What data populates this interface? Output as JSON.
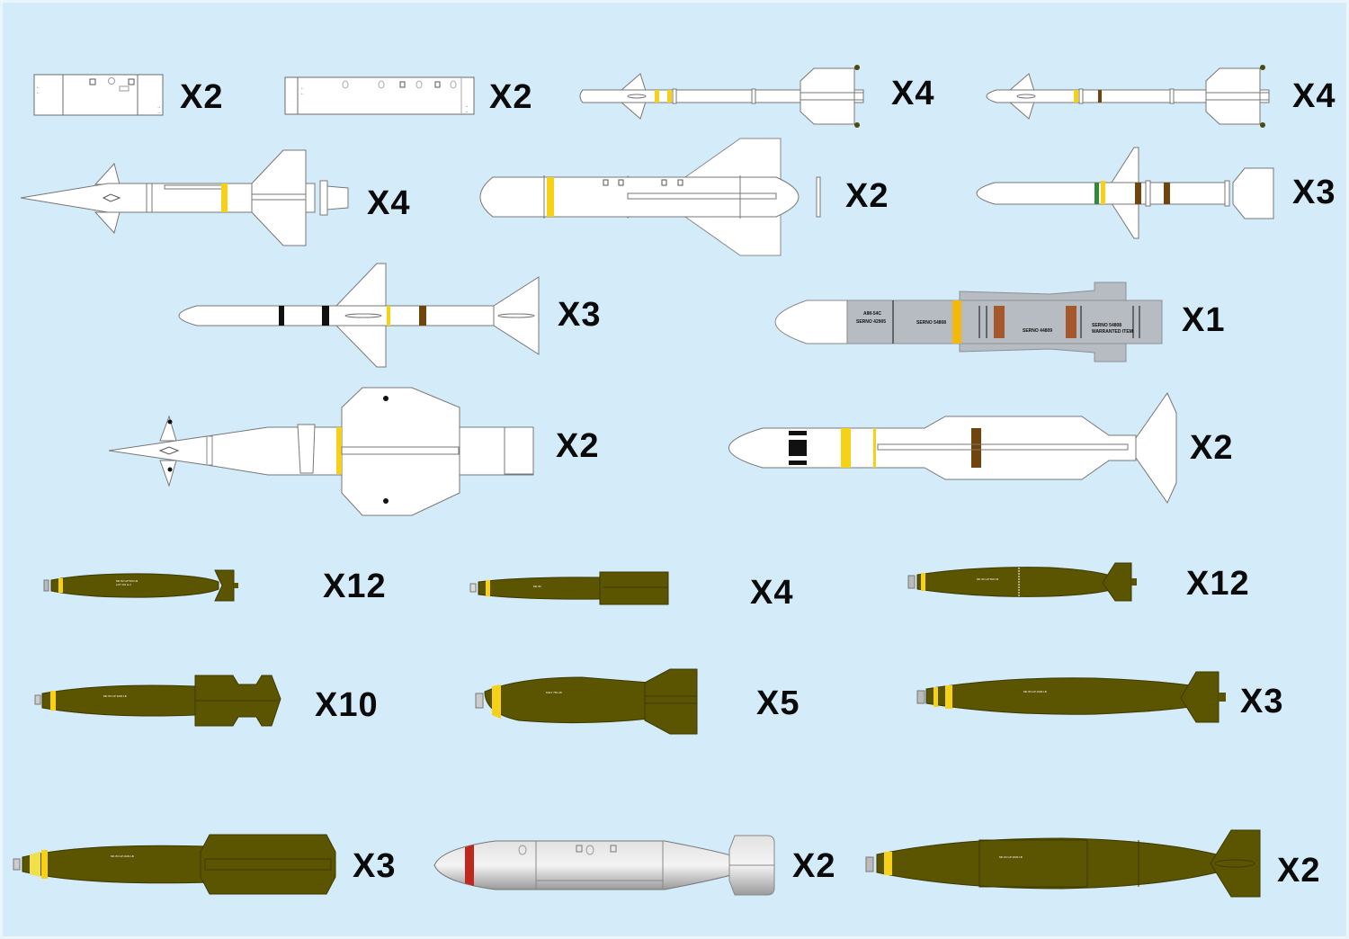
{
  "sheet": {
    "background": "#d4ebf9",
    "colors": {
      "missile_white": "#ffffff",
      "outline": "#555555",
      "yellow_band": "#f7d117",
      "brown_band": "#70440d",
      "green_band": "#2e8b3a",
      "black_band": "#111111",
      "grey_body": "#b7bcc2",
      "orange_band": "#f2b80c",
      "rust_band": "#a5582c",
      "olive_bomb": "#5b5400",
      "silver_tank": "#c8c8c8",
      "red_band": "#c0281e"
    }
  },
  "rows": [
    {
      "items": [
        {
          "id": "pod-short",
          "kind": "pod",
          "quantity": "X2"
        },
        {
          "id": "pod-long",
          "kind": "pod",
          "quantity": "X2"
        },
        {
          "id": "missile-sidewinder-a",
          "kind": "air-to-air missile",
          "quantity": "X4"
        },
        {
          "id": "missile-sidewinder-b",
          "kind": "air-to-air missile",
          "quantity": "X4"
        }
      ]
    },
    {
      "items": [
        {
          "id": "missile-shrike",
          "kind": "anti-radiation missile",
          "quantity": "X4"
        },
        {
          "id": "missile-maverick-harpoon",
          "kind": "air-to-surface missile",
          "quantity": "X2"
        },
        {
          "id": "missile-sparrow-green",
          "kind": "air-to-air missile",
          "quantity": "X3"
        }
      ]
    },
    {
      "items": [
        {
          "id": "missile-sparrow",
          "kind": "air-to-air missile",
          "quantity": "X3"
        },
        {
          "id": "missile-phoenix",
          "kind": "air-to-air missile",
          "quantity": "X1",
          "stencils": {
            "designation": "AIM-54C",
            "serno_1": "SERNO 42905",
            "serno_2": "SERNO 54808",
            "serno_3": "SERNO 44809",
            "serno_4": "SERNO 54808",
            "warranty": "WARRANTED ITEM"
          }
        }
      ]
    },
    {
      "items": [
        {
          "id": "missile-standard-arm",
          "kind": "anti-radiation missile",
          "quantity": "X2"
        },
        {
          "id": "missile-harm",
          "kind": "anti-radiation missile",
          "quantity": "X2"
        }
      ]
    },
    {
      "items": [
        {
          "id": "bomb-mk82-small",
          "kind": "general purpose bomb",
          "quantity": "X12"
        },
        {
          "id": "bomb-mk82-box-fin",
          "kind": "general purpose bomb",
          "quantity": "X4"
        },
        {
          "id": "bomb-mk82-low-drag",
          "kind": "general purpose bomb",
          "quantity": "X12"
        }
      ]
    },
    {
      "items": [
        {
          "id": "bomb-mk83-box-fin",
          "kind": "general purpose bomb",
          "quantity": "X10"
        },
        {
          "id": "bomb-m117",
          "kind": "general purpose bomb",
          "quantity": "X5"
        },
        {
          "id": "bomb-mk83-low-drag",
          "kind": "general purpose bomb",
          "quantity": "X3"
        }
      ]
    },
    {
      "items": [
        {
          "id": "bomb-mk84-box-fin",
          "kind": "general purpose bomb",
          "quantity": "X3"
        },
        {
          "id": "fuel-tank-silver",
          "kind": "napalm/fuel tank",
          "quantity": "X2"
        },
        {
          "id": "bomb-mk84-low-drag",
          "kind": "general purpose bomb",
          "quantity": "X2"
        }
      ]
    }
  ]
}
